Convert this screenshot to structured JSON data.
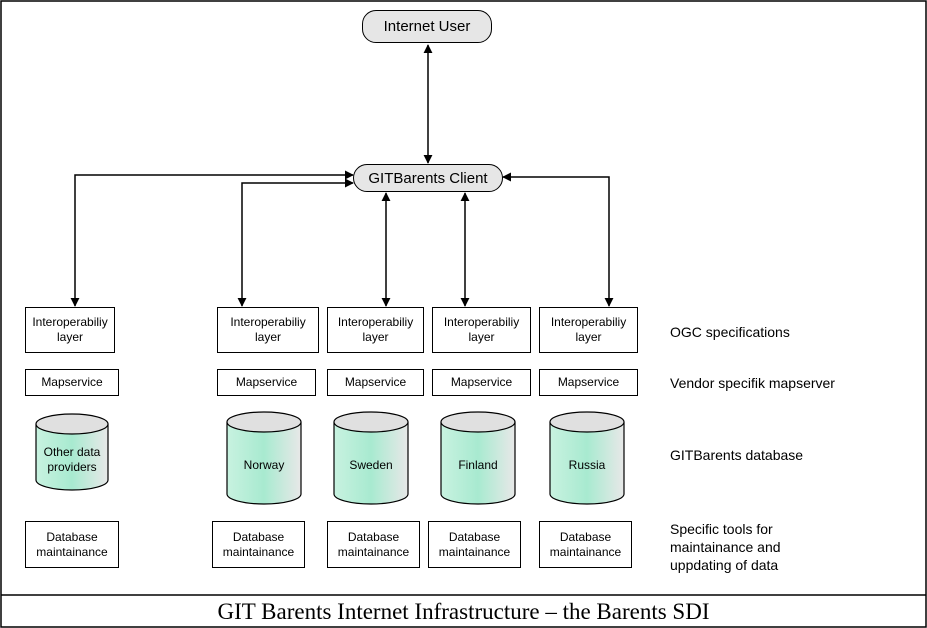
{
  "diagram": {
    "internet_user": "Internet User",
    "client": "GITBarents Client",
    "columns": [
      {
        "interop": "Interoperabiliy layer",
        "map": "Mapservice",
        "db": "Other data providers",
        "tool": "Database maintainance"
      },
      {
        "interop": "Interoperabiliy layer",
        "map": "Mapservice",
        "db": "Norway",
        "tool": "Database maintainance"
      },
      {
        "interop": "Interoperabiliy layer",
        "map": "Mapservice",
        "db": "Sweden",
        "tool": "Database maintainance"
      },
      {
        "interop": "Interoperabiliy layer",
        "map": "Mapservice",
        "db": "Finland",
        "tool": "Database maintainance"
      },
      {
        "interop": "Interoperabiliy layer",
        "map": "Mapservice",
        "db": "Russia",
        "tool": "Database maintainance"
      }
    ],
    "row_labels": {
      "ogc": "OGC specifications",
      "vendor": "Vendor specifik mapserver",
      "database": "GITBarents database",
      "tools": "Specific tools for maintainance and uppdating of data"
    },
    "caption": "GIT Barents Internet Infrastructure – the Barents SDI"
  }
}
